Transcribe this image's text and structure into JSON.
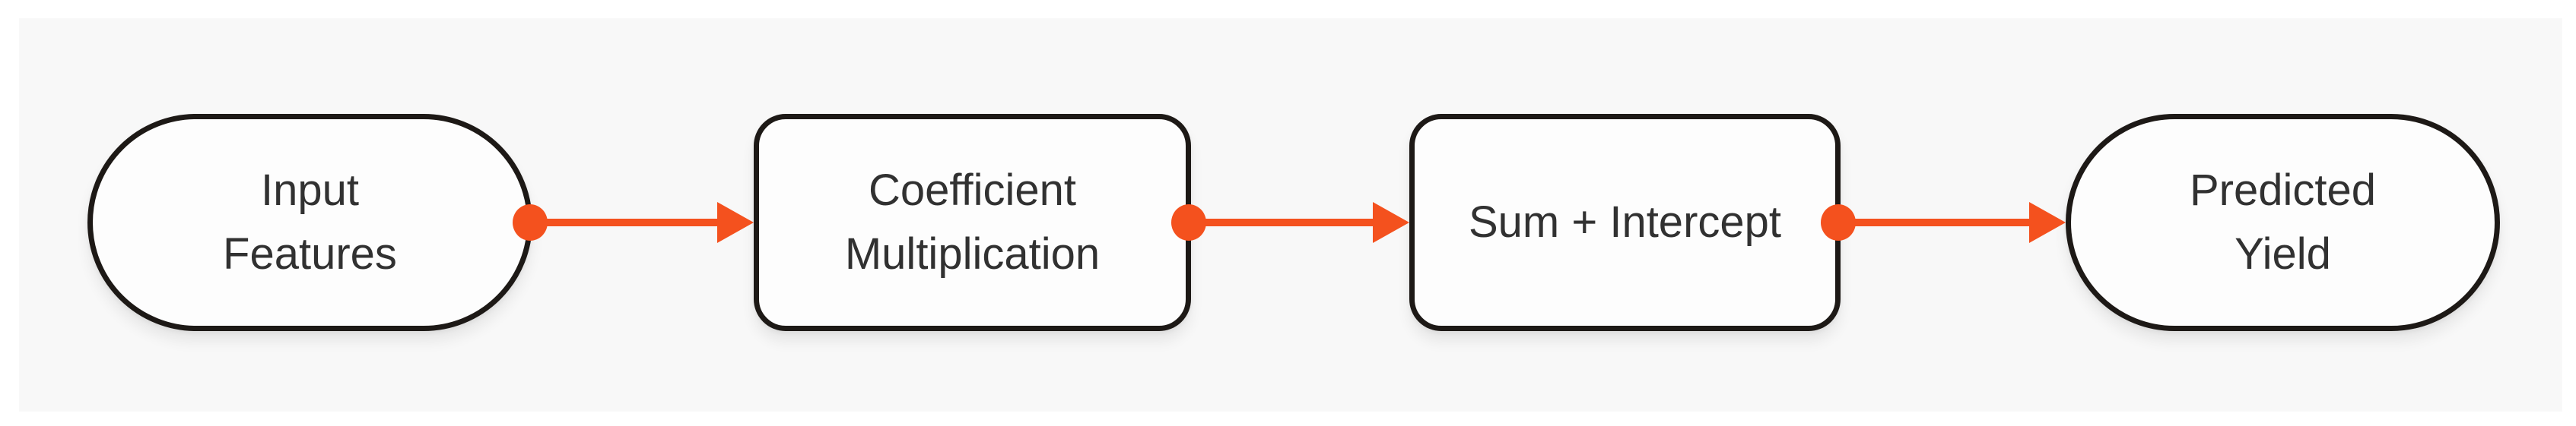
{
  "colors": {
    "page_background": "#ffffff",
    "panel_background": "#f8f8f8",
    "edge": "#f4511e",
    "node_border": "#1d1916",
    "node_fill": "#fdfdfd",
    "text": "#313131"
  },
  "diagram": {
    "type": "flowchart",
    "direction": "left-to-right",
    "nodes": [
      {
        "id": "input-features",
        "shape": "stadium",
        "label": "Input Features",
        "lines": [
          "Input",
          "Features"
        ]
      },
      {
        "id": "coefficient-multiplication",
        "shape": "rounded-rect",
        "label": "Coefficient Multiplication",
        "lines": [
          "Coefficient",
          "Multiplication"
        ]
      },
      {
        "id": "sum-intercept",
        "shape": "rounded-rect",
        "label": "Sum + Intercept",
        "lines": [
          "Sum + Intercept"
        ]
      },
      {
        "id": "predicted-yield",
        "shape": "stadium",
        "label": "Predicted Yield",
        "lines": [
          "Predicted",
          "Yield"
        ]
      }
    ],
    "edges": [
      {
        "from": "input-features",
        "to": "coefficient-multiplication",
        "style": "solid-line-source-dot-arrowhead"
      },
      {
        "from": "coefficient-multiplication",
        "to": "sum-intercept",
        "style": "solid-line-source-dot-arrowhead"
      },
      {
        "from": "sum-intercept",
        "to": "predicted-yield",
        "style": "solid-line-source-dot-arrowhead"
      }
    ]
  }
}
